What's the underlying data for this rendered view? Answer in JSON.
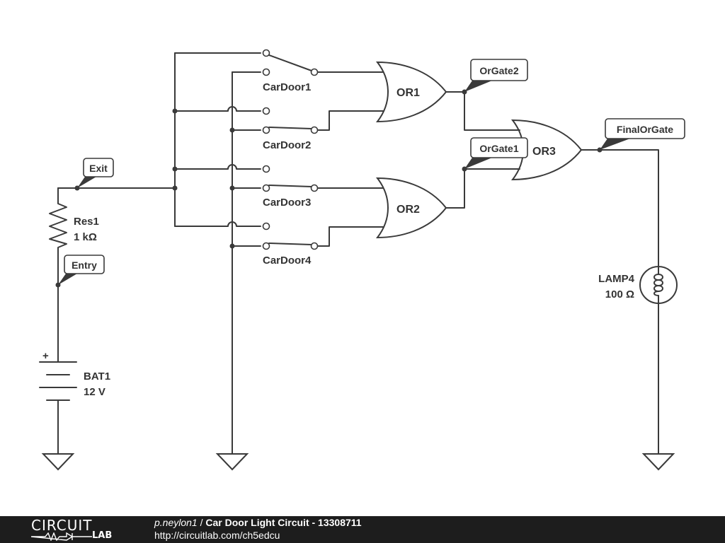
{
  "schematic": {
    "switches": [
      {
        "label": "CarDoor1"
      },
      {
        "label": "CarDoor2"
      },
      {
        "label": "CarDoor3"
      },
      {
        "label": "CarDoor4"
      }
    ],
    "gates": [
      {
        "label": "OR1"
      },
      {
        "label": "OR2"
      },
      {
        "label": "OR3"
      }
    ],
    "net_labels": {
      "exit": "Exit",
      "entry": "Entry",
      "orgate1": "OrGate1",
      "orgate2": "OrGate2",
      "final": "FinalOrGate"
    },
    "resistor": {
      "name": "Res1",
      "value": "1 kΩ"
    },
    "battery": {
      "name": "BAT1",
      "value": "12 V",
      "polarity": "+"
    },
    "lamp": {
      "name": "LAMP4",
      "value": "100 Ω"
    }
  },
  "footer": {
    "logo_top": "CIRCUIT",
    "logo_bottom": "LAB",
    "author": "p.neylon1",
    "separator": " / ",
    "title": "Car Door Light Circuit - 13308711",
    "url": "http://circuitlab.com/ch5edcu"
  }
}
